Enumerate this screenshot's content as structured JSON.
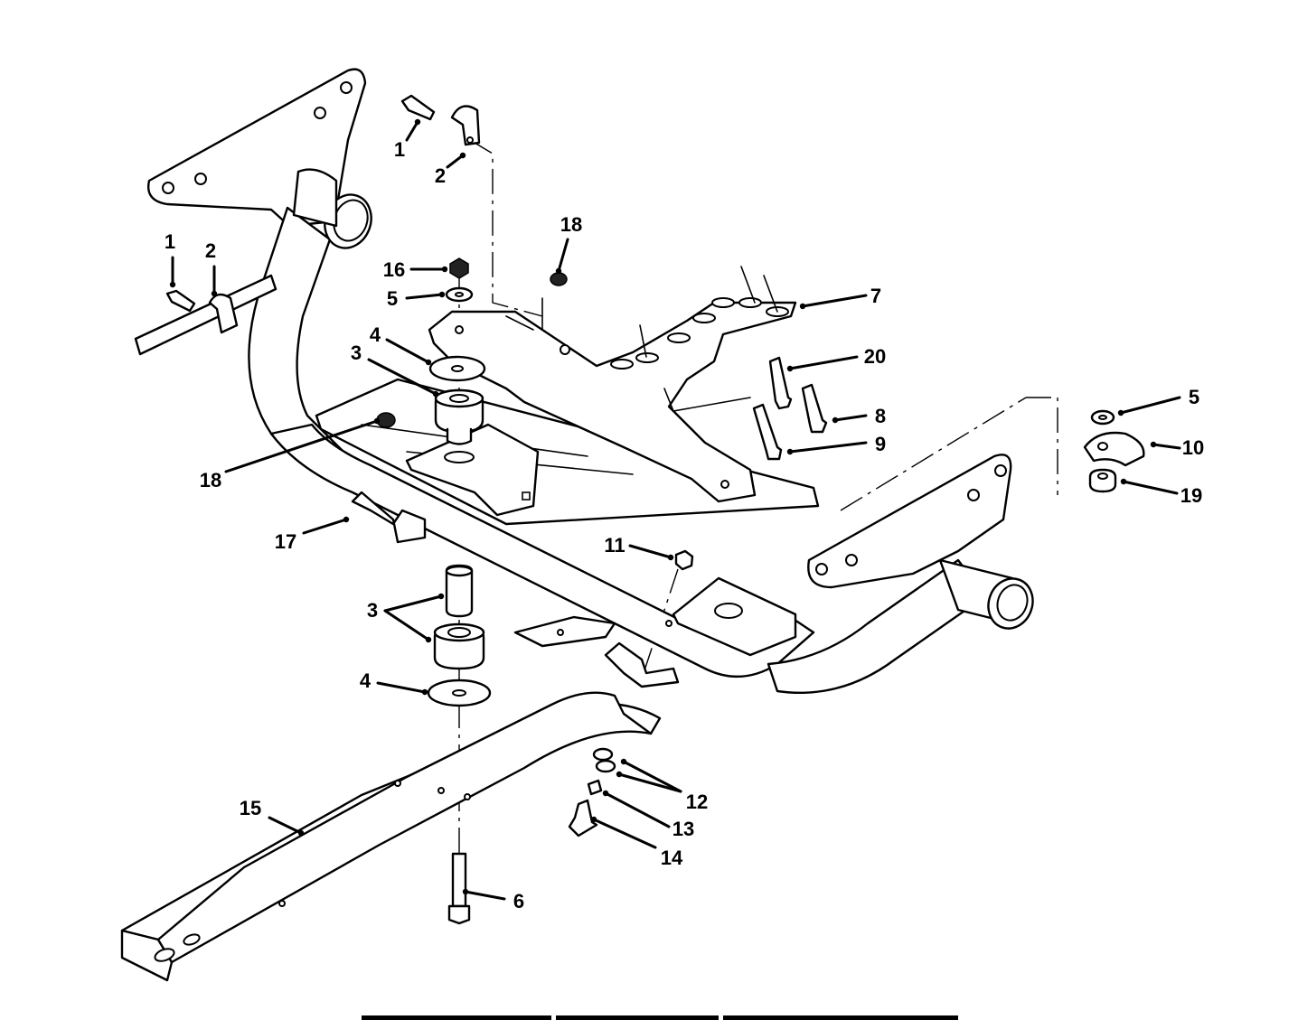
{
  "diagram": {
    "callouts": [
      {
        "id": "c1a",
        "label": "1"
      },
      {
        "id": "c2a",
        "label": "2"
      },
      {
        "id": "c1b",
        "label": "1"
      },
      {
        "id": "c2b",
        "label": "2"
      },
      {
        "id": "c18a",
        "label": "18"
      },
      {
        "id": "c16",
        "label": "16"
      },
      {
        "id": "c5a",
        "label": "5"
      },
      {
        "id": "c4a",
        "label": "4"
      },
      {
        "id": "c3a",
        "label": "3"
      },
      {
        "id": "c18b",
        "label": "18"
      },
      {
        "id": "c7",
        "label": "7"
      },
      {
        "id": "c20",
        "label": "20"
      },
      {
        "id": "c8",
        "label": "8"
      },
      {
        "id": "c9",
        "label": "9"
      },
      {
        "id": "c5b",
        "label": "5"
      },
      {
        "id": "c10",
        "label": "10"
      },
      {
        "id": "c19",
        "label": "19"
      },
      {
        "id": "c17",
        "label": "17"
      },
      {
        "id": "c11",
        "label": "11"
      },
      {
        "id": "c3b",
        "label": "3"
      },
      {
        "id": "c4b",
        "label": "4"
      },
      {
        "id": "c12",
        "label": "12"
      },
      {
        "id": "c13",
        "label": "13"
      },
      {
        "id": "c14",
        "label": "14"
      },
      {
        "id": "c15",
        "label": "15"
      },
      {
        "id": "c6",
        "label": "6"
      }
    ]
  }
}
